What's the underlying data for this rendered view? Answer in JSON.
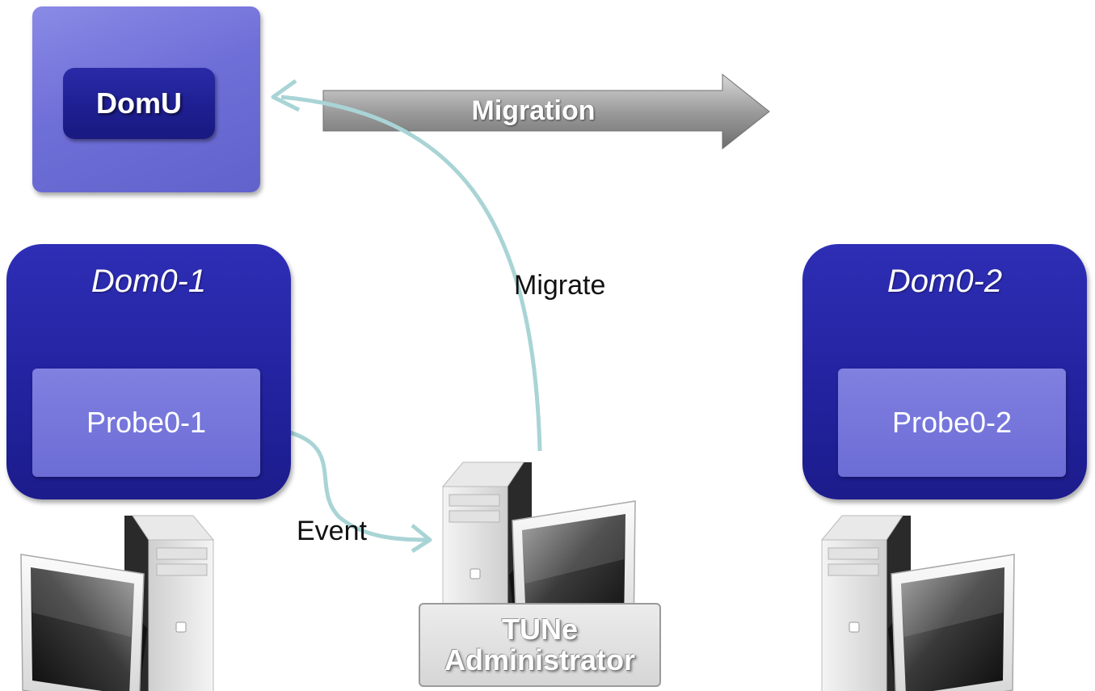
{
  "domu": {
    "label": "DomU"
  },
  "migration": {
    "label": "Migration"
  },
  "migrate": {
    "label": "Migrate"
  },
  "event": {
    "label": "Event"
  },
  "dom0_1": {
    "title": "Dom0-1",
    "probe": "Probe0-1"
  },
  "dom0_2": {
    "title": "Dom0-2",
    "probe": "Probe0-2"
  },
  "admin": {
    "line1": "TUNe",
    "line2": "Administrator"
  },
  "colors": {
    "domu_outer": "#6f6fd8",
    "domu_inner": "#1e1e90",
    "dom0": "#2323a0",
    "probe": "#6c6cd6",
    "flow_arrow": "#a9d4d6",
    "migration_arrow": "#8a8a8a"
  },
  "icons": [
    "computer-icon"
  ]
}
